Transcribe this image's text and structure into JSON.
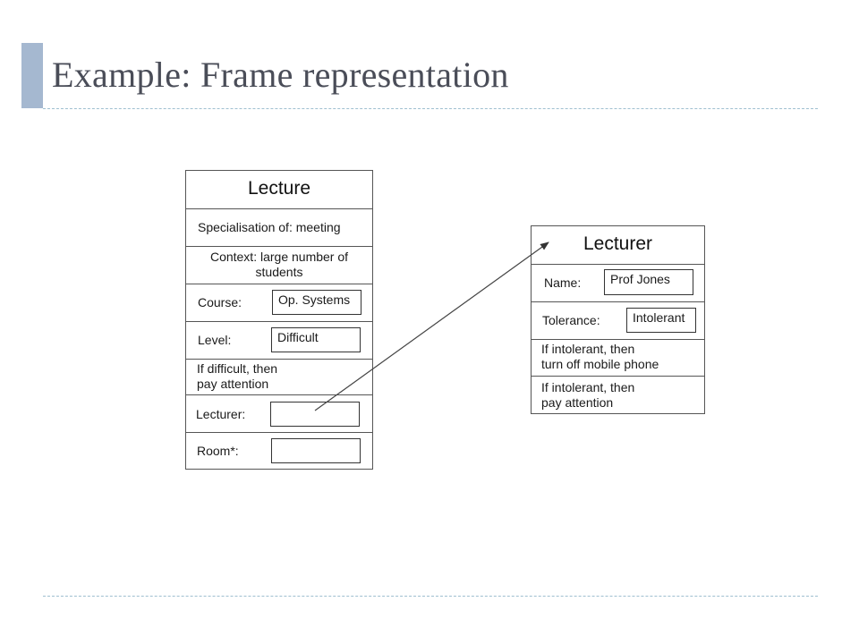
{
  "slide": {
    "title": "Example: Frame representation"
  },
  "lecture_frame": {
    "title": "Lecture",
    "specialisation": "Specialisation of: meeting",
    "context_line1": "Context: large number of",
    "context_line2": "students",
    "course_label": "Course:",
    "course_value": "Op. Systems",
    "level_label": "Level:",
    "level_value": "Difficult",
    "rule_line1": "If difficult, then",
    "rule_line2": "pay attention",
    "lecturer_label": "Lecturer:",
    "room_label": "Room*:"
  },
  "lecturer_frame": {
    "title": "Lecturer",
    "name_label": "Name:",
    "name_value": "Prof Jones",
    "tolerance_label": "Tolerance:",
    "tolerance_value": "Intolerant",
    "rule1_line1": "If intolerant, then",
    "rule1_line2": "turn off mobile phone",
    "rule2_line1": "If intolerant, then",
    "rule2_line2": "pay attention"
  },
  "colors": {
    "accent": "#a5b8d0",
    "title_text": "#4a4d58",
    "rule": "#9fbfd0"
  }
}
